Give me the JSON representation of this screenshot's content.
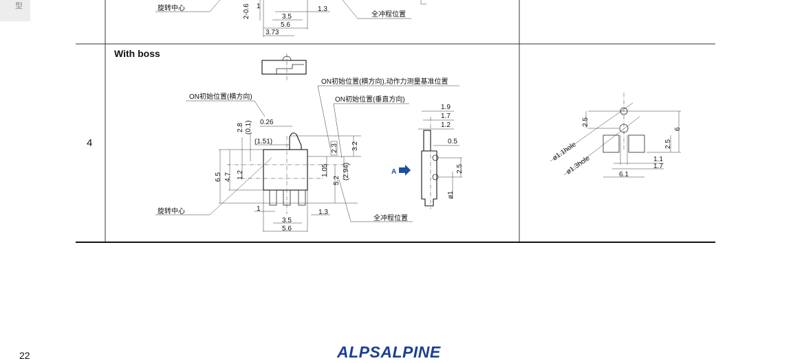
{
  "side_tab": {
    "label": "型"
  },
  "table": {
    "row_number": "4",
    "variant_title": "With boss"
  },
  "top_partial": {
    "rotation_center": "旋转中心",
    "dim_2_0_6": "2-0.6",
    "dim_1": "1",
    "dim_3_5": "3.5",
    "dim_1_3": "1.3",
    "dim_5_6": "5.6",
    "dim_3_73": "3.73",
    "full_stroke": "全冲程位置"
  },
  "main_drawing": {
    "on_horizontal_force_ref": "ON初始位置(横方向),动作力测量基准位置",
    "on_horizontal": "ON初始位置(横方向)",
    "on_vertical": "ON初始位置(垂直方向)",
    "rotation_center": "旋转中心",
    "full_stroke": "全冲程位置",
    "dims": {
      "d0_26": "0.26",
      "d2_8": "2.8",
      "d0_1": "(0.1)",
      "d1_51": "(1.51)",
      "d2_3": "2.3",
      "d3_2": "3.2",
      "d6_5": "6.5",
      "d4_7": "4.7",
      "d1_2": "1.2",
      "d1_05": "1.05",
      "d5_2": "5.2",
      "d2_94": "(2.94)",
      "d1": "1",
      "d1_3": "1.3",
      "d3_5": "3.5",
      "d5_6": "5.6"
    }
  },
  "side_view": {
    "arrow_label": "A",
    "arrow_color": "#1c4f9c",
    "dims": {
      "d1_9": "1.9",
      "d1_7": "1.7",
      "d1_2": "1.2",
      "d0_5": "0.5",
      "d2_5": "2.5",
      "phi1": "ø1"
    }
  },
  "pcb_layout": {
    "hole1": "ø1.1hole",
    "hole2": "ø1.3hole",
    "dims": {
      "d2_5a": "2.5",
      "d6": "6",
      "d2_5b": "2.5",
      "d1_1": "1.1",
      "d1_7": "1.7",
      "d6_1": "6.1"
    }
  },
  "footer": {
    "page_number": "22",
    "logo": "ALPSALPINE"
  }
}
